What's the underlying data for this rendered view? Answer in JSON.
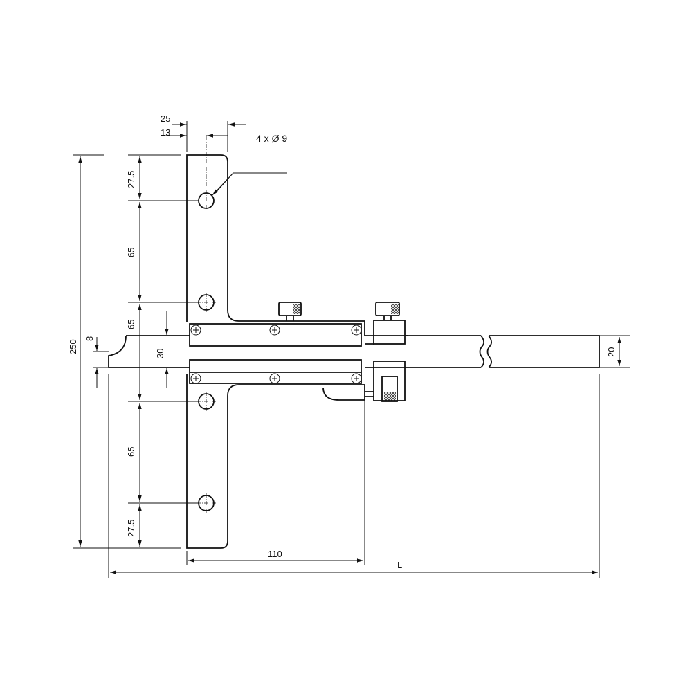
{
  "dimensions": {
    "plate_width": "25",
    "hole_offset": "13",
    "holes": "4 x Ø 9",
    "top_hole_offset": "27.5",
    "top_hole_spacing": "65",
    "center_to_hole": "65",
    "lower_hole_spacing": "65",
    "bottom_hole_offset": "27.5",
    "total_height": "250",
    "tip_height": "8",
    "slot_width": "30",
    "beam_height": "20",
    "base_length": "110",
    "total_length": "L"
  },
  "colors": {
    "line": "#111111",
    "background": "#ffffff"
  }
}
